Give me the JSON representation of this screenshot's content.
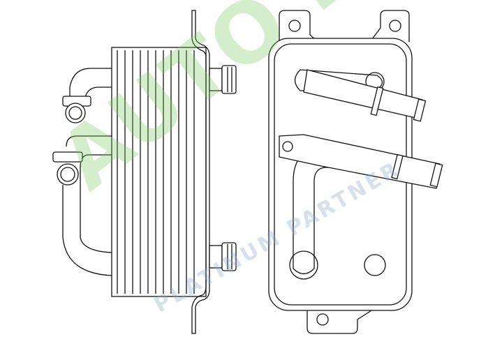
{
  "drawing": {
    "subject": "oil-cooler-technical-drawing",
    "views": [
      "side-view",
      "front-view"
    ]
  },
  "watermark": {
    "logo_text": "AUTO RING",
    "tagline": "PLATINUM PARTNER",
    "colors": {
      "green": "#78c85a",
      "blue": "#8cc0e0"
    }
  }
}
